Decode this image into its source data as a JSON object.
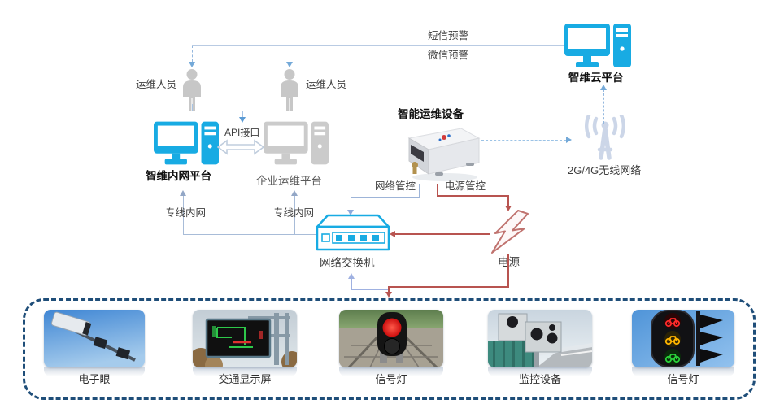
{
  "diagram": {
    "alerts": {
      "sms": "短信预警",
      "wechat": "微信预警"
    },
    "cloud_platform": {
      "label": "智维云平台"
    },
    "personnel": {
      "left": "运维人员",
      "right": "运维人员"
    },
    "api": {
      "label": "API接口"
    },
    "intranet_platform": {
      "label": "智维内网平台"
    },
    "enterprise_platform": {
      "label": "企业运维平台"
    },
    "device": {
      "label": "智能运维设备"
    },
    "wireless": {
      "label": "2G/4G无线网络"
    },
    "controls": {
      "network": "网络管控",
      "power": "电源管控"
    },
    "leased_lines": {
      "left": "专线内网",
      "right": "专线内网"
    },
    "switch": {
      "label": "网络交换机"
    },
    "power": {
      "label": "电源"
    },
    "field_devices": [
      {
        "label": "电子眼"
      },
      {
        "label": "交通显示屏"
      },
      {
        "label": "信号灯"
      },
      {
        "label": "监控设备"
      },
      {
        "label": "信号灯"
      }
    ],
    "colors": {
      "accent_blue": "#18abe3",
      "line_blue": "#b9cbe3",
      "arrow_blue": "#5b9bd5",
      "control_red": "#b85450",
      "enclosure_navy": "#1f4e79",
      "gray_icon": "#c7c7c7"
    }
  }
}
